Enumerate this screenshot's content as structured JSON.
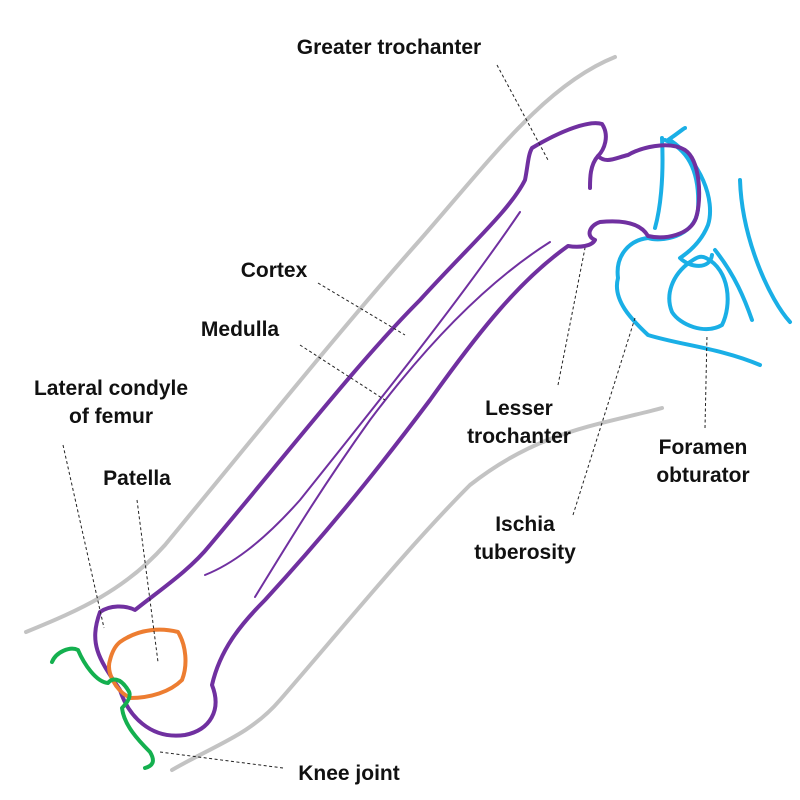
{
  "colors": {
    "skin": "#c3c3c3",
    "femur": "#7030a0",
    "pelvis": "#1aafe6",
    "patella": "#ed7d31",
    "tibia": "#14b04f"
  },
  "labels": {
    "greater_trochanter": "Greater trochanter",
    "cortex": "Cortex",
    "medulla": "Medulla",
    "lateral_condyle_line1": "Lateral condyle",
    "lateral_condyle_line2": "of femur",
    "patella": "Patella",
    "lesser_trochanter_line1": "Lesser",
    "lesser_trochanter_line2": "trochanter",
    "foramen_line1": "Foramen",
    "foramen_line2": "obturator",
    "ischia_line1": "Ischia",
    "ischia_line2": "tuberosity",
    "knee_joint": "Knee joint"
  }
}
